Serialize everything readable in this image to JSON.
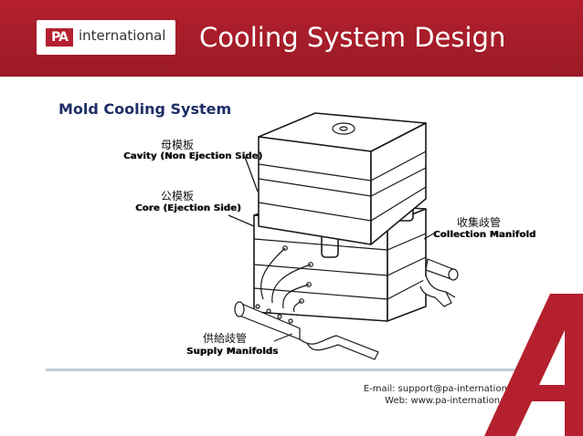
{
  "header": {
    "logo_mark": "PA",
    "logo_text": "international",
    "title": "Cooling System Design"
  },
  "section_title": "Mold Cooling System",
  "diagram": {
    "labels": {
      "cavity_cn": "母模板",
      "cavity_en": "Cavity (Non Ejection Side)",
      "core_cn": "公模板",
      "core_en": "Core (Ejection Side)",
      "collection_cn": "收集歧管",
      "collection_en": "Collection Manifold",
      "supply_cn": "供給歧管",
      "supply_en": "Supply Manifolds"
    }
  },
  "footer": {
    "email": "E-mail: support@pa-international.com.au",
    "web": "Web: www.pa-international.com"
  },
  "colors": {
    "brand_red": "#b4202e",
    "title_navy": "#1e2f66",
    "rule_gray": "#c4ccd4"
  }
}
